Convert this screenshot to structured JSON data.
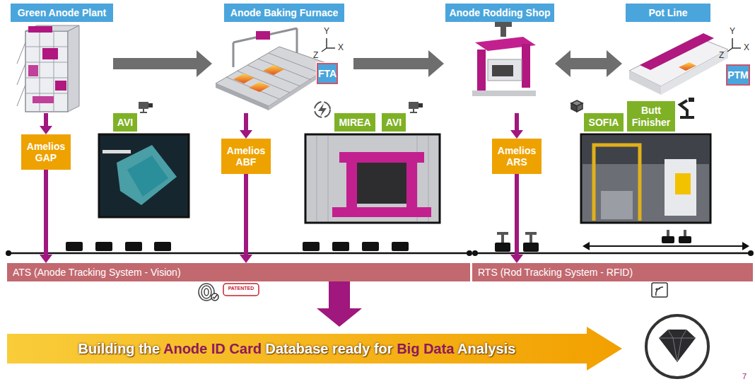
{
  "diagram": {
    "nodes": [
      {
        "text": [
          "Green Anode Plant"
        ]
      },
      {
        "text": [
          "Anode Baking Furnace"
        ]
      },
      {
        "text": [
          "FTA"
        ],
        "in": 1
      },
      {
        "text": [
          "Anode Rodding Shop"
        ]
      },
      {
        "text": [
          "Pot Line"
        ]
      },
      {
        "text": [
          "PTM"
        ],
        "in": 4
      },
      {
        "text": [
          "Amelios GAP"
        ]
      },
      {
        "text": [
          "AVI"
        ]
      },
      {
        "text": [
          "Amelios ABF"
        ]
      },
      {
        "text": [
          "MIREA"
        ]
      },
      {
        "text": [
          "AVI"
        ]
      },
      {
        "text": [
          "Amelios ARS"
        ]
      },
      {
        "text": [
          "SOFIA"
        ]
      },
      {
        "text": [
          "Butt Finisher"
        ]
      },
      {
        "text": [
          "ATS (Anode Tracking System - Vision)"
        ]
      },
      {
        "text": [
          "RTS (Rod Tracking System - RFID)"
        ]
      },
      {
        "text": [
          "Building the Anode ID Card Database ready for Big Data Analysis"
        ]
      }
    ],
    "edges": [
      {
        "from": 0,
        "to": 1,
        "arrow": "to"
      },
      {
        "from": 1,
        "to": 3,
        "arrow": "to"
      },
      {
        "from": 3,
        "to": 4,
        "arrow": "both"
      },
      {
        "from": 0,
        "to": 6,
        "arrow": "to"
      },
      {
        "from": 6,
        "to": 14,
        "arrow": "to"
      },
      {
        "from": 1,
        "to": 8,
        "arrow": "to"
      },
      {
        "from": 8,
        "to": 14,
        "arrow": "to"
      },
      {
        "from": 3,
        "to": 11,
        "arrow": "to"
      },
      {
        "from": 11,
        "to": 15,
        "arrow": "to"
      },
      {
        "from": 14,
        "to": 16,
        "arrow": "to"
      }
    ],
    "labels": [
      "Y",
      "Z",
      "X",
      "Y",
      "Z",
      "X",
      "PATENTED",
      "7"
    ]
  }
}
